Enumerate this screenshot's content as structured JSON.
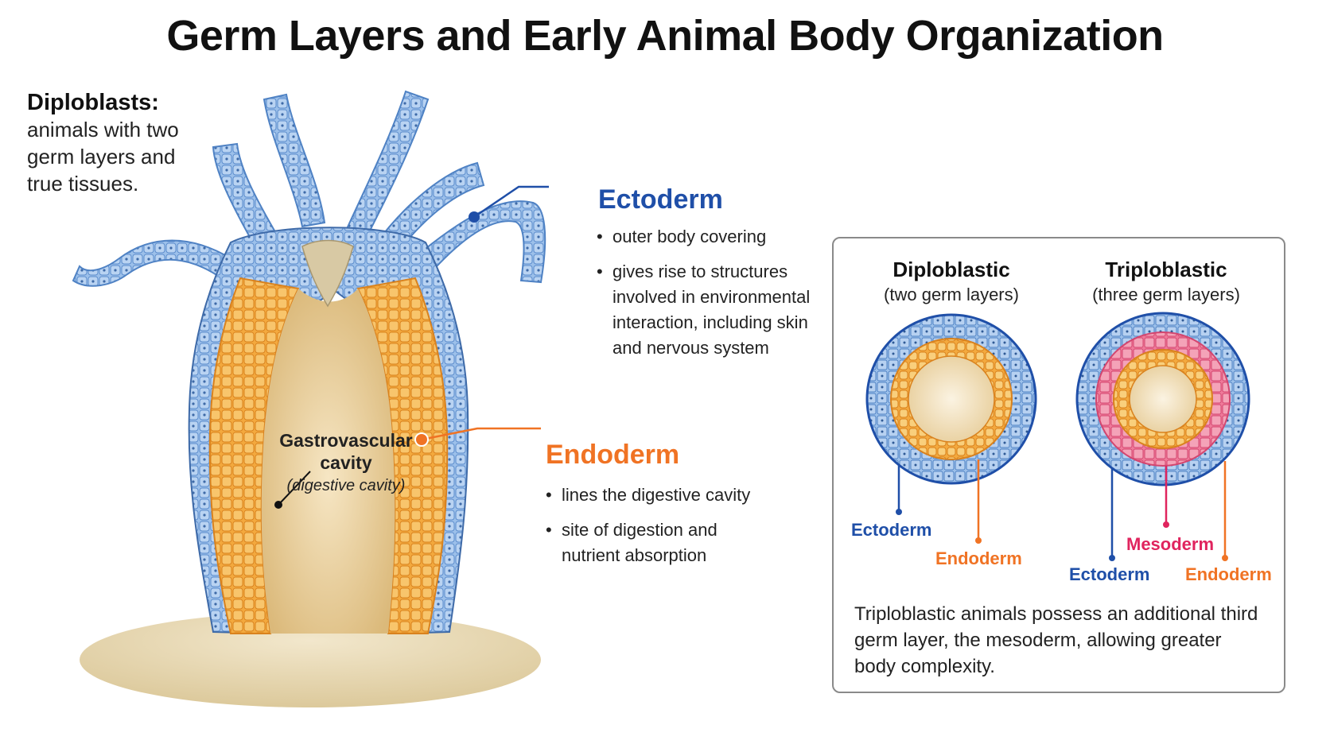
{
  "title": "Germ Layers and Early Animal Body Organization",
  "diploblast_definition": {
    "heading": "Diploblasts:",
    "lines": [
      "animals with two",
      "germ layers and",
      "true tissues."
    ]
  },
  "ectoderm": {
    "label": "Ectoderm",
    "bullets": [
      "outer body covering",
      "gives rise to structures involved in environmental interaction, including skin and nervous system"
    ]
  },
  "endoderm": {
    "label": "Endoderm",
    "bullets": [
      "lines the digestive cavity",
      "site of digestion and nutrient absorption"
    ]
  },
  "cavity": {
    "name_line1": "Gastrovascular",
    "name_line2": "cavity",
    "subtitle": "(digestive cavity)"
  },
  "comparison": {
    "diploblastic": {
      "title": "Diploblastic",
      "subtitle": "(two germ layers)",
      "labels": {
        "ectoderm": "Ectoderm",
        "endoderm": "Endoderm"
      }
    },
    "triploblastic": {
      "title": "Triploblastic",
      "subtitle": "(three germ layers)",
      "labels": {
        "ectoderm": "Ectoderm",
        "mesoderm": "Mesoderm",
        "endoderm": "Endoderm"
      }
    },
    "note": "Triploblastic animals possess an additional third germ layer, the mesoderm, allowing greater body complexity."
  },
  "colors": {
    "ectoderm": "#1f4fa8",
    "ectoderm_fill": "#8fb8e8",
    "endoderm": "#f07324",
    "endoderm_fill": "#f7b955",
    "mesoderm": "#e0245e",
    "mesoderm_fill": "#ef7a9a",
    "cavity": "#e9cf9b",
    "sand": "#eadcb8"
  }
}
